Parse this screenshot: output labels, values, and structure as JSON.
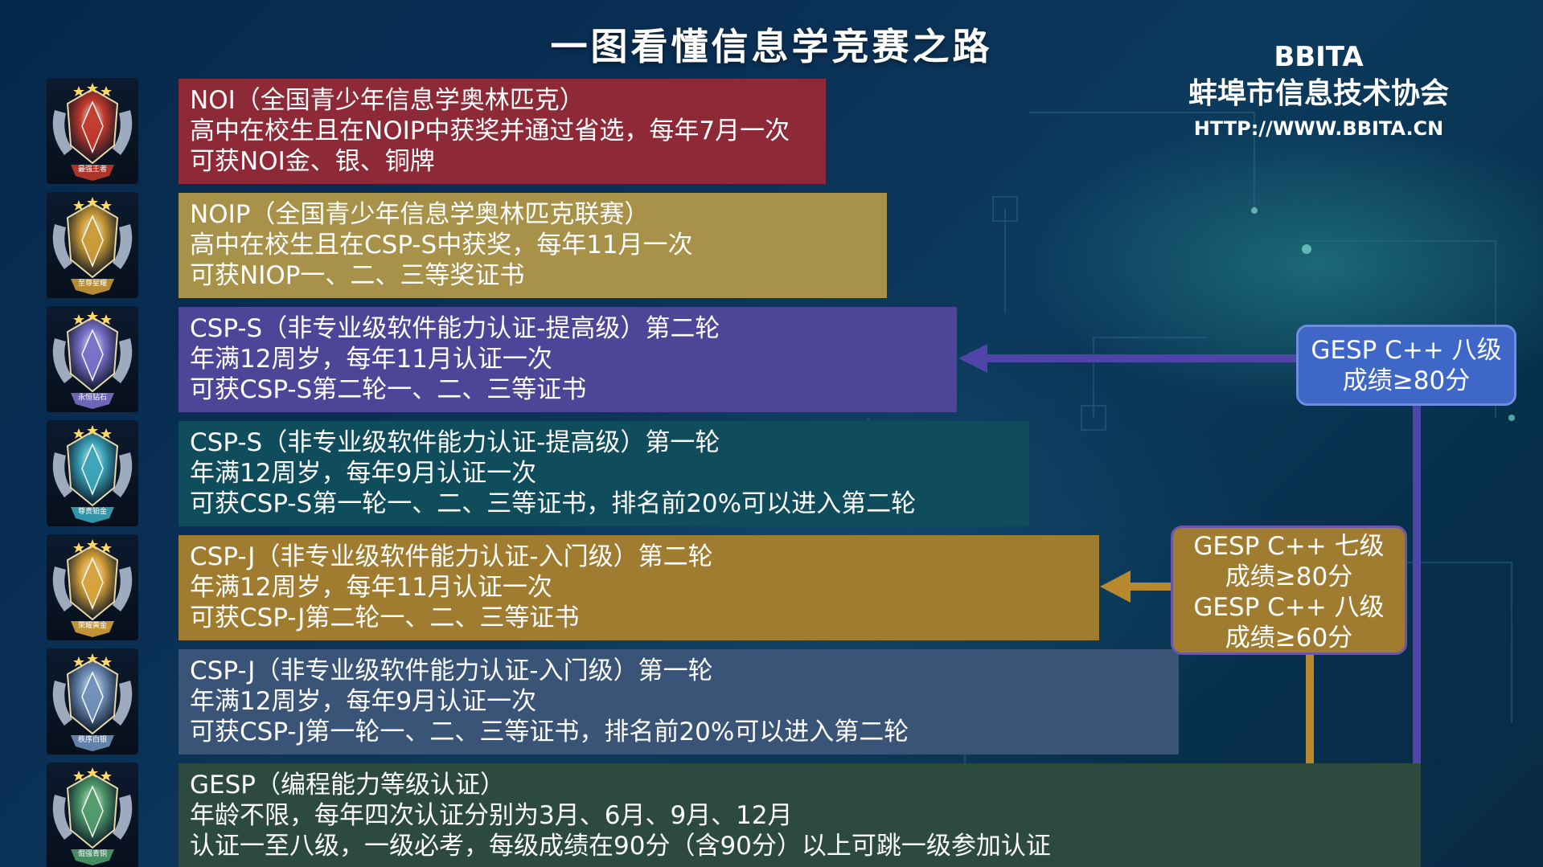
{
  "title": "一图看懂信息学竞赛之路",
  "org": {
    "abbr": "BBITA",
    "name": "蚌埠市信息技术协会",
    "url": "HTTP://WWW.BBITA.CN"
  },
  "badges": [
    {
      "label": "最强王者",
      "color": "#c0392b"
    },
    {
      "label": "至尊星耀",
      "color": "#c99a36"
    },
    {
      "label": "永恒钻石",
      "color": "#7a6fc8"
    },
    {
      "label": "尊贵铂金",
      "color": "#3aa3b8"
    },
    {
      "label": "荣耀黄金",
      "color": "#d6a23a"
    },
    {
      "label": "秩序白银",
      "color": "#6f8fb8"
    },
    {
      "label": "倔强青铜",
      "color": "#4f9a6a"
    }
  ],
  "levels": [
    {
      "lines": [
        "NOI（全国青少年信息学奥林匹克）",
        "高中在校生且在NOIP中获奖并通过省选，每年7月一次",
        "可获NOI金、银、铜牌"
      ],
      "color": "#8e2a37"
    },
    {
      "lines": [
        "NOIP（全国青少年信息学奥林匹克联赛）",
        "高中在校生且在CSP-S中获奖，每年11月一次",
        "可获NIOP一、二、三等奖证书"
      ],
      "color": "#a8924a"
    },
    {
      "lines": [
        "CSP-S（非专业级软件能力认证-提高级）第二轮",
        "年满12周岁，每年11月认证一次",
        "可获CSP-S第二轮一、二、三等证书"
      ],
      "color": "#4f4598"
    },
    {
      "lines": [
        "CSP-S（非专业级软件能力认证-提高级）第一轮",
        "年满12周岁，每年9月认证一次",
        "可获CSP-S第一轮一、二、三等证书，排名前20%可以进入第二轮"
      ],
      "color": "#0f4c5c"
    },
    {
      "lines": [
        "CSP-J（非专业级软件能力认证-入门级）第二轮",
        "年满12周岁，每年11月认证一次",
        "可获CSP-J第二轮一、二、三等证书"
      ],
      "color": "#a07c30"
    },
    {
      "lines": [
        "CSP-J（非专业级软件能力认证-入门级）第一轮",
        "年满12周岁，每年9月认证一次",
        "可获CSP-J第一轮一、二、三等证书，排名前20%可以进入第二轮"
      ],
      "color": "#3a5478"
    },
    {
      "lines": [
        "GESP（编程能力等级认证）",
        "年龄不限，每年四次认证分别为3月、6月、9月、12月",
        "认证一至八级，一级必考，每级成绩在90分（含90分）以上可跳一级参加认证"
      ],
      "color": "#2c4a3e"
    }
  ],
  "gesp_boxes": [
    {
      "lines": [
        "GESP C++ 八级",
        "成绩≥80分"
      ],
      "fill": "#3e67c8",
      "border": "#6f8ee0"
    },
    {
      "lines": [
        "GESP C++ 七级",
        "成绩≥80分",
        "GESP C++ 八级",
        "成绩≥60分"
      ],
      "fill": "#a07c30",
      "border": "#6b56a8"
    }
  ],
  "colors": {
    "connector_purple": "#4f45a8",
    "connector_gold": "#b8892e"
  }
}
